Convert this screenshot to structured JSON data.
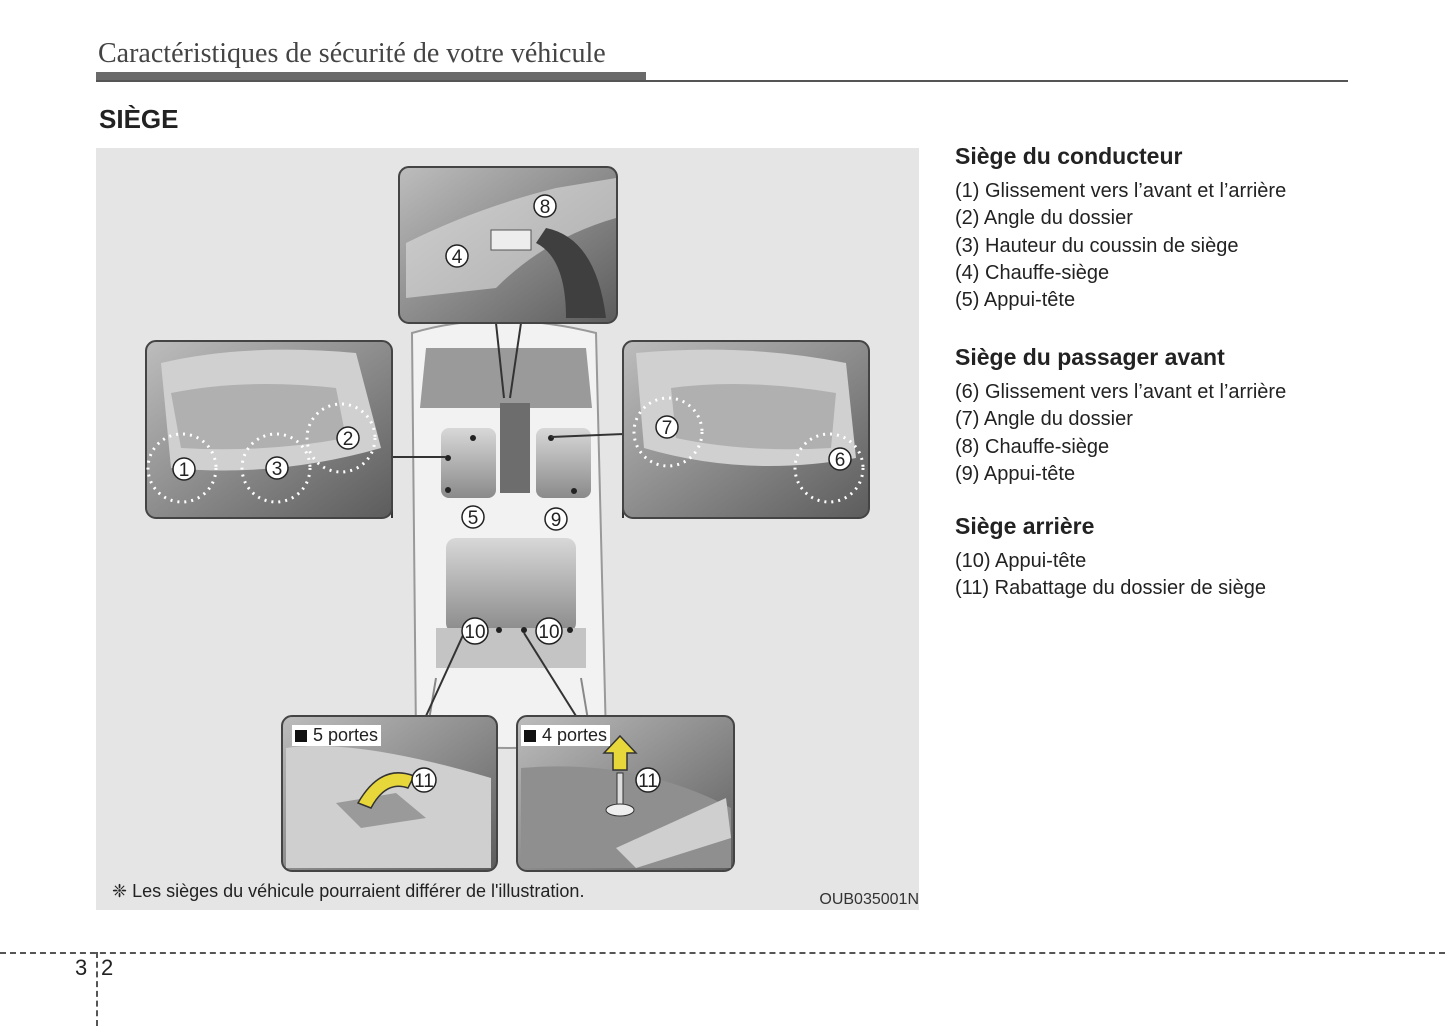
{
  "header": {
    "title": "Caractéristiques de sécurité de votre véhicule"
  },
  "section": {
    "title": "SIÈGE"
  },
  "figure": {
    "note": "❈ Les sièges du véhicule pourraient différer de l'illustration.",
    "code": "OUB035001N",
    "door_labels": [
      "5 portes",
      "4 portes"
    ],
    "callouts": [
      "1",
      "2",
      "3",
      "4",
      "5",
      "6",
      "7",
      "8",
      "9",
      "10",
      "10",
      "11",
      "11"
    ]
  },
  "legend": {
    "groups": [
      {
        "title": "Siège du conducteur",
        "items": [
          "(1) Glissement vers l’avant et l’arrière",
          "(2) Angle du dossier",
          "(3) Hauteur du coussin de siège",
          "(4) Chauffe-siège",
          "(5) Appui-tête"
        ]
      },
      {
        "title": "Siège du passager avant",
        "items": [
          "(6) Glissement vers l’avant et l’arrière",
          "(7) Angle du dossier",
          "(8) Chauffe-siège",
          "(9) Appui-tête"
        ]
      },
      {
        "title": "Siège arrière",
        "items": [
          "(10) Appui-tête",
          "(11) Rabattage du dossier de siège"
        ]
      }
    ]
  },
  "footer": {
    "page_left": "3",
    "page_right": "2"
  }
}
